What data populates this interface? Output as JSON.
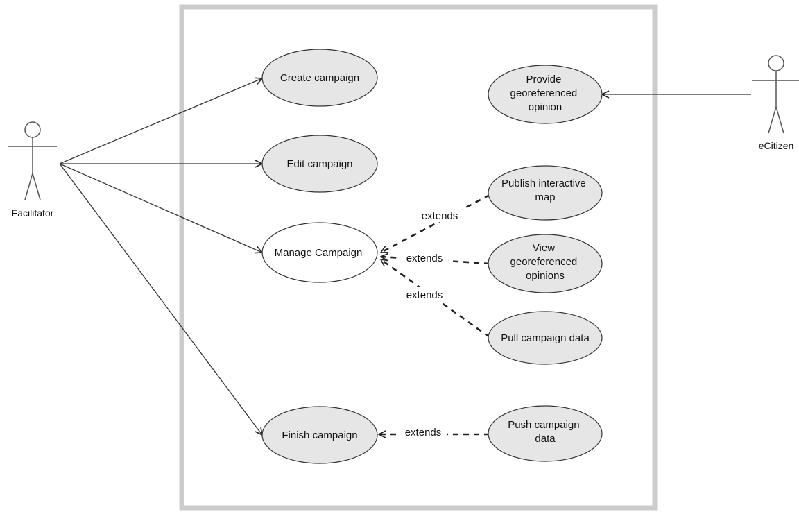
{
  "actors": {
    "facilitator": {
      "label": "Facilitator"
    },
    "ecitizen": {
      "label": "eCitizen"
    }
  },
  "use_cases": {
    "create_campaign": {
      "lines": [
        "Create campaign"
      ]
    },
    "edit_campaign": {
      "lines": [
        "Edit campaign"
      ]
    },
    "manage_campaign": {
      "lines": [
        "Manage Campaign"
      ]
    },
    "finish_campaign": {
      "lines": [
        "Finish campaign"
      ]
    },
    "provide_opinion": {
      "lines": [
        "Provide",
        "georeferenced",
        "opinion"
      ]
    },
    "publish_map": {
      "lines": [
        "Publish interactive",
        "map"
      ]
    },
    "view_opinions": {
      "lines": [
        "View",
        "georeferenced",
        "opinions"
      ]
    },
    "pull_data": {
      "lines": [
        "Pull campaign data"
      ]
    },
    "push_data": {
      "lines": [
        "Push campaign",
        "data"
      ]
    }
  },
  "relations": {
    "extends_publish": "extends",
    "extends_view": "extends",
    "extends_pull": "extends",
    "extends_push": "extends"
  },
  "colors": {
    "boundary": "#cccccc",
    "usecase_fill": "#e6e6e6",
    "highlight_fill": "#ffffff",
    "stroke": "#333333"
  }
}
